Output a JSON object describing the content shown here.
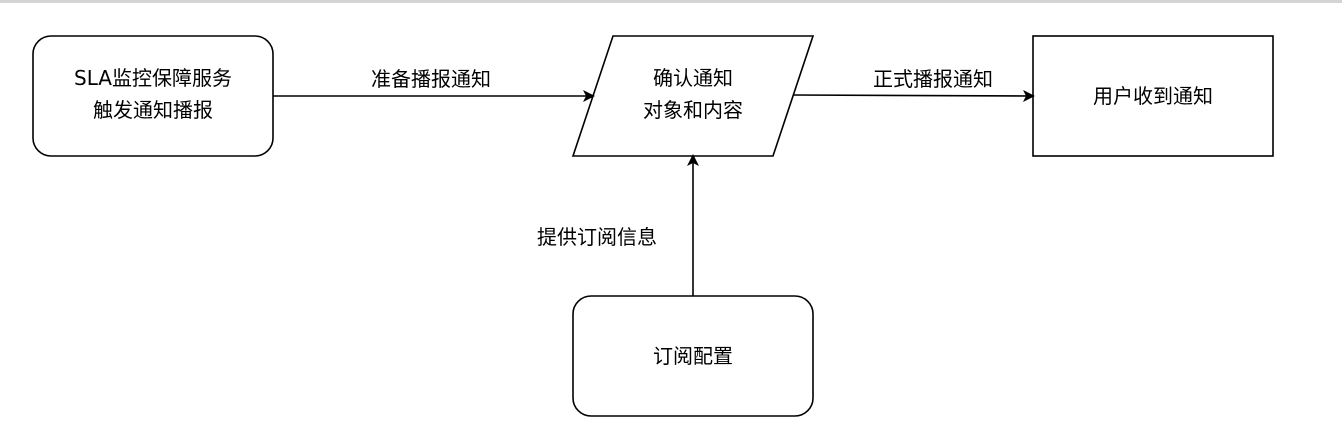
{
  "nodes": {
    "trigger": {
      "lines": [
        "SLA监控保障服务",
        "触发通知播报"
      ],
      "shape": "rounded-rect"
    },
    "confirm": {
      "lines": [
        "确认通知",
        "对象和内容"
      ],
      "shape": "parallelogram"
    },
    "receive": {
      "lines": [
        "用户收到通知"
      ],
      "shape": "rect"
    },
    "subscription": {
      "lines": [
        "订阅配置"
      ],
      "shape": "rounded-rect"
    }
  },
  "edges": {
    "prepare": {
      "label": "准备播报通知",
      "from": "trigger",
      "to": "confirm"
    },
    "formal": {
      "label": "正式播报通知",
      "from": "confirm",
      "to": "receive"
    },
    "provide": {
      "label": "提供订阅信息",
      "from": "subscription",
      "to": "confirm"
    }
  },
  "colors": {
    "stroke": "#000000",
    "fill": "#ffffff",
    "text": "#000000"
  }
}
